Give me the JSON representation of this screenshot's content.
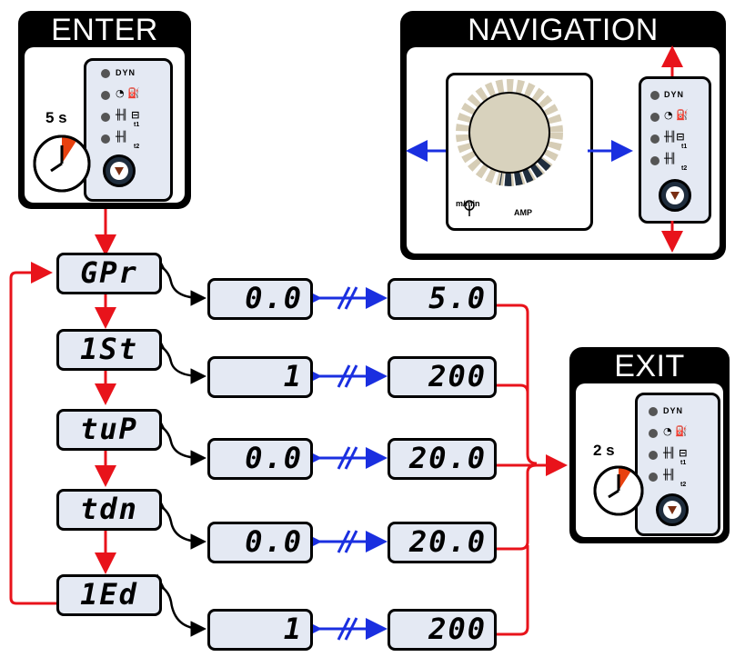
{
  "enter": {
    "title": "ENTER",
    "time": "5 s"
  },
  "navigation": {
    "title": "NAVIGATION",
    "knob_labels": {
      "wire": "m/min",
      "amp": "AMP"
    }
  },
  "exit": {
    "title": "EXIT",
    "time": "2 s"
  },
  "control_panel": {
    "dyn_label": "DYN",
    "t1": "t1",
    "t2": "t2"
  },
  "rows": [
    {
      "param": "GPr",
      "min": "0.0",
      "max": "5.0"
    },
    {
      "param": "1St",
      "min": "1",
      "max": "200"
    },
    {
      "param": "tuP",
      "min": "0.0",
      "max": "20.0"
    },
    {
      "param": "tdn",
      "min": "0.0",
      "max": "20.0"
    },
    {
      "param": "1Ed",
      "min": "1",
      "max": "200"
    }
  ],
  "colors": {
    "flow_arrow": "#e8131b",
    "range_arrow": "#1a2fe0",
    "lcd_bg": "#e4e9f3",
    "timer_sector": "#e8410f",
    "enter_button": "#7a2e12"
  }
}
